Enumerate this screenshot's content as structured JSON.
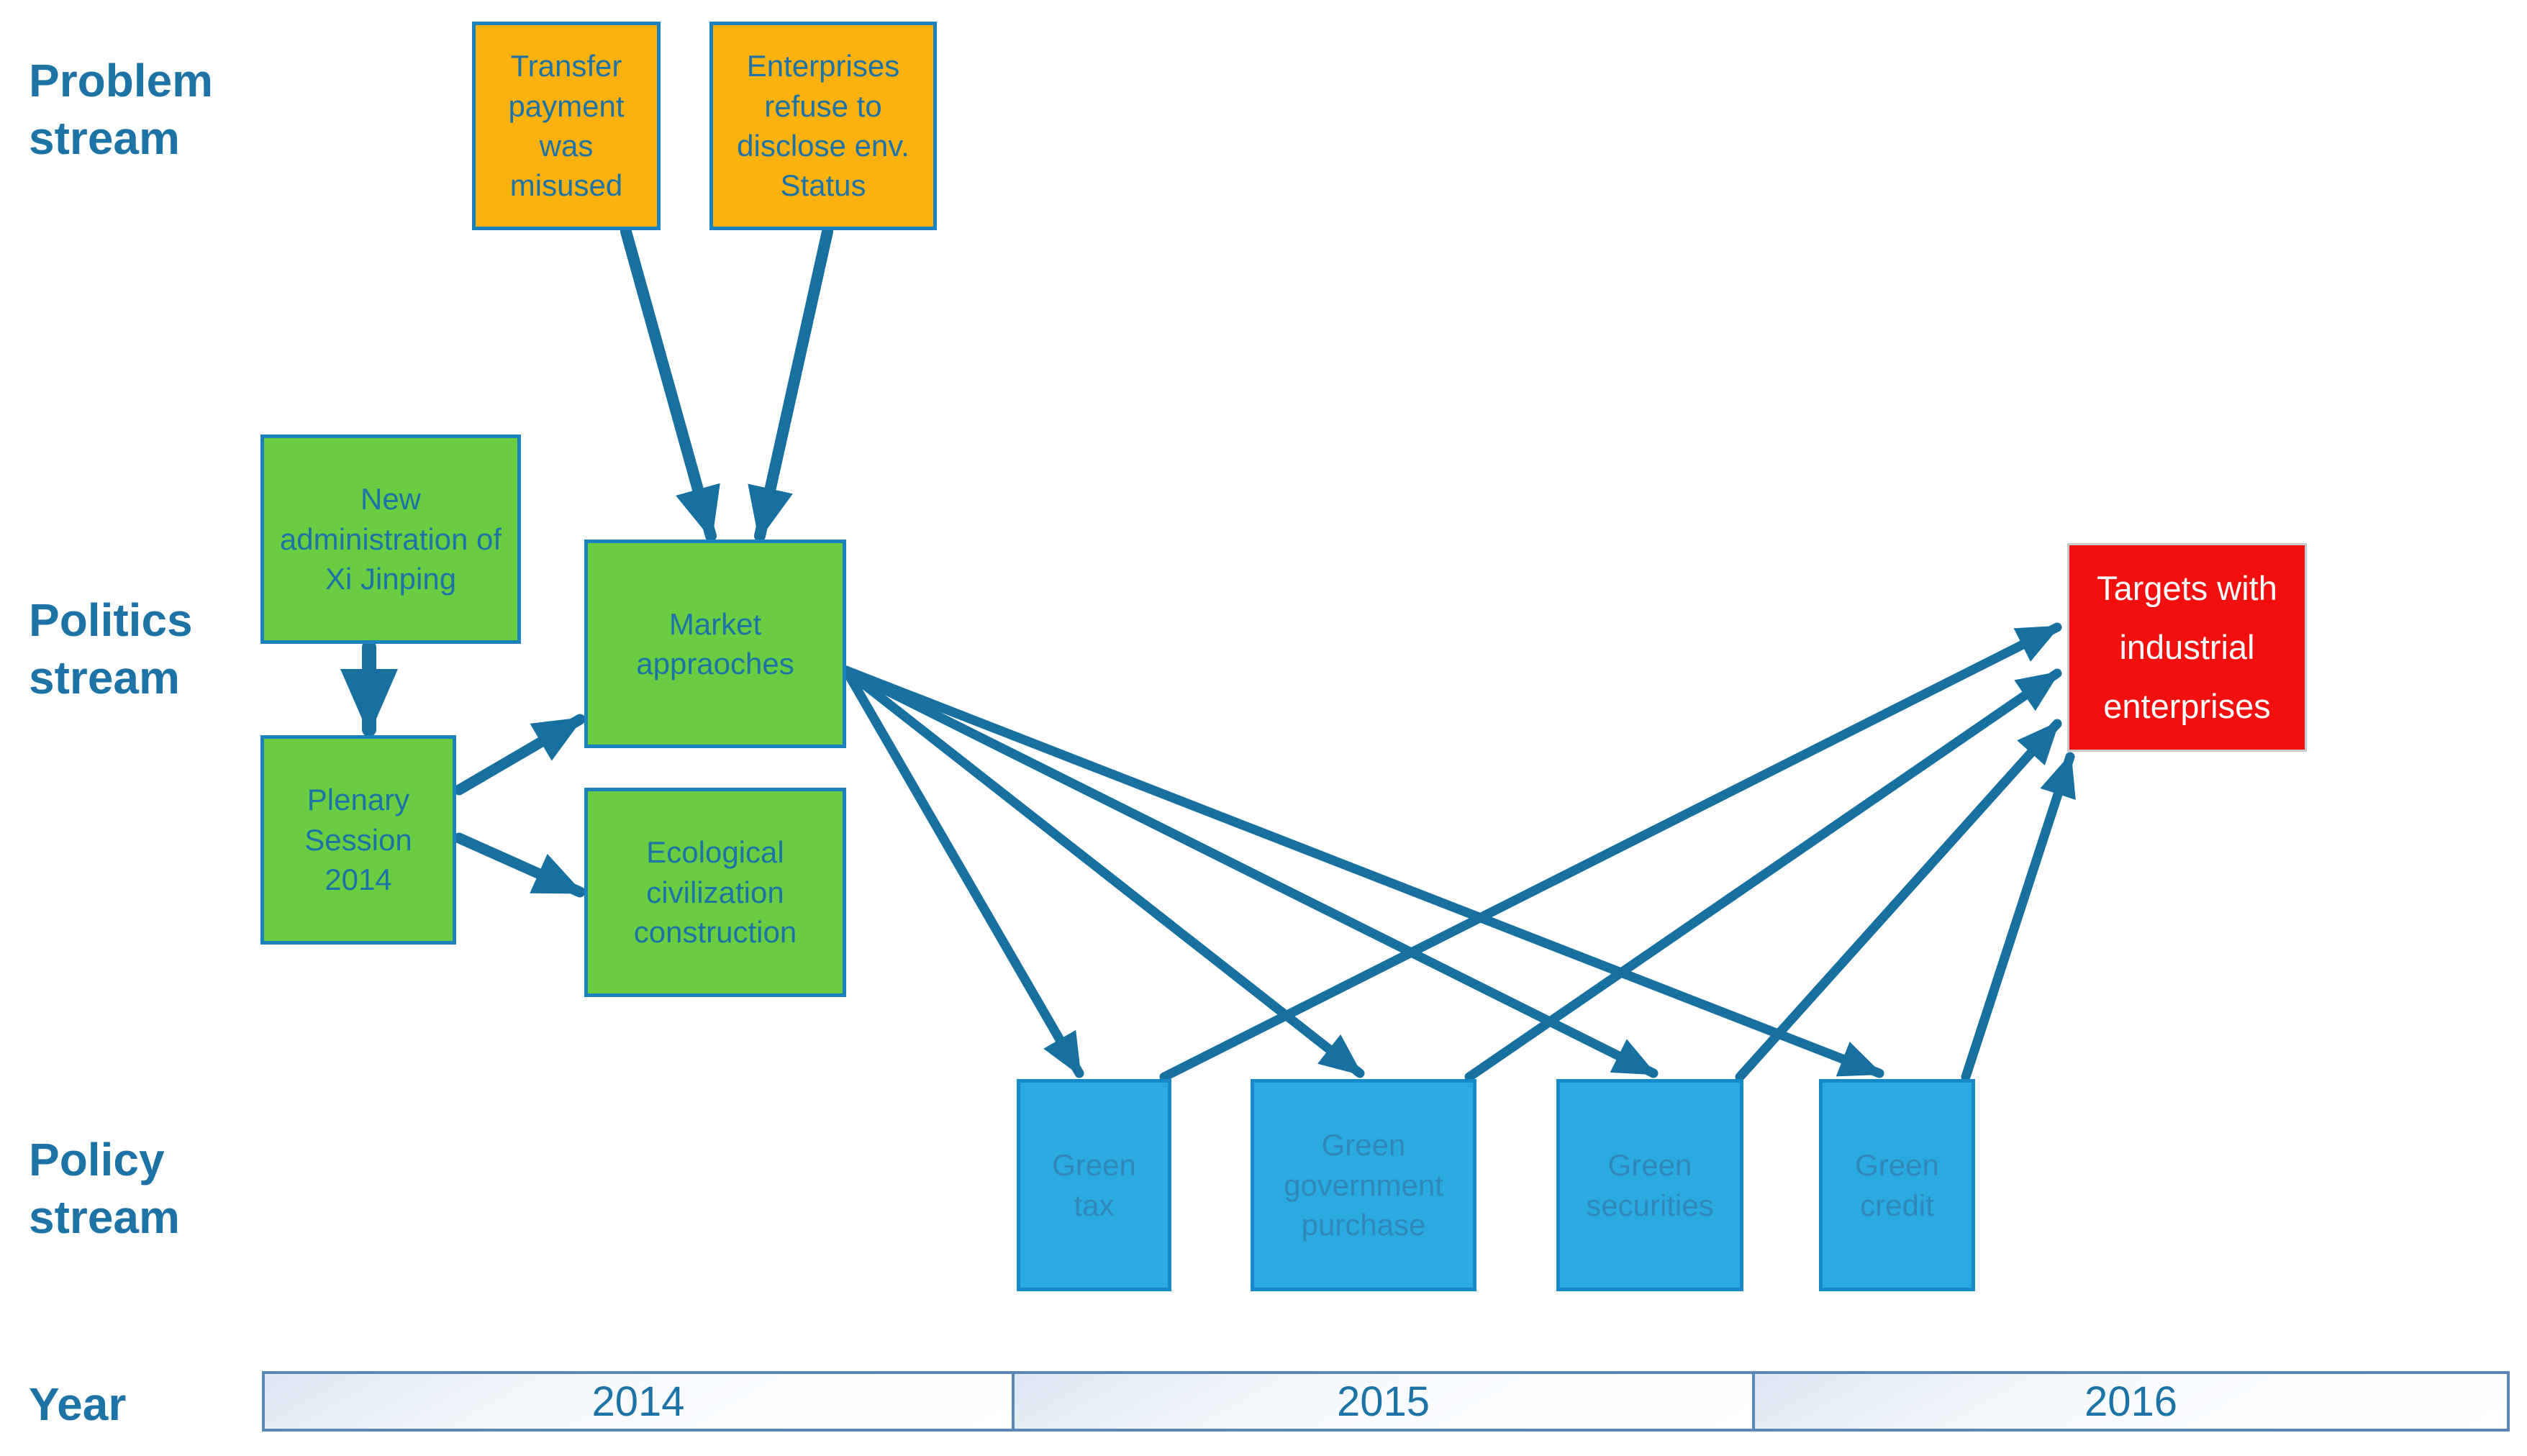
{
  "streams": {
    "problem": {
      "label": "Problem stream"
    },
    "politics": {
      "label": "Politics stream"
    },
    "policy": {
      "label": "Policy stream"
    }
  },
  "problem_boxes": {
    "transfer_payment": "Transfer payment was misused",
    "enterprises_disclose": "Enterprises refuse to disclose env. Status"
  },
  "politics_boxes": {
    "new_administration": "New administration of Xi Jinping",
    "plenary_session": "Plenary Session 2014",
    "market_approaches": "Market appraoches",
    "ecological_civilization": "Ecological civilization construction"
  },
  "policy_boxes": {
    "green_tax": "Green tax",
    "green_government_purchase": "Green government purchase",
    "green_securities": "Green securities",
    "green_credit": "Green credit"
  },
  "outcome_box": {
    "targets": "Targets with industrial enterprises"
  },
  "timeline": {
    "label": "Year",
    "years": [
      "2014",
      "2015",
      "2016"
    ]
  },
  "edges": [
    {
      "from": "transfer_payment",
      "to": "market_approaches"
    },
    {
      "from": "enterprises_disclose",
      "to": "market_approaches"
    },
    {
      "from": "new_administration",
      "to": "plenary_session"
    },
    {
      "from": "plenary_session",
      "to": "market_approaches"
    },
    {
      "from": "plenary_session",
      "to": "ecological_civilization"
    },
    {
      "from": "market_approaches",
      "to": "green_tax"
    },
    {
      "from": "market_approaches",
      "to": "green_government_purchase"
    },
    {
      "from": "market_approaches",
      "to": "green_securities"
    },
    {
      "from": "market_approaches",
      "to": "green_credit"
    },
    {
      "from": "green_tax",
      "to": "targets"
    },
    {
      "from": "green_government_purchase",
      "to": "targets"
    },
    {
      "from": "green_securities",
      "to": "targets"
    },
    {
      "from": "green_credit",
      "to": "targets"
    }
  ],
  "colors": {
    "problem_fill": "#FBB10E",
    "politics_fill": "#69CC41",
    "policy_fill": "#29ABE2",
    "outcome_fill": "#F40F0F",
    "arrow": "#17709F",
    "box_border": "#1C82BE",
    "policy_border": "#1689CB",
    "label_text": "#1D73A6",
    "box_text": "#1D73A6",
    "policy_box_text": "#3187B7",
    "outcome_text": "#FFFFFF",
    "timeline_border": "#5E88B4"
  }
}
